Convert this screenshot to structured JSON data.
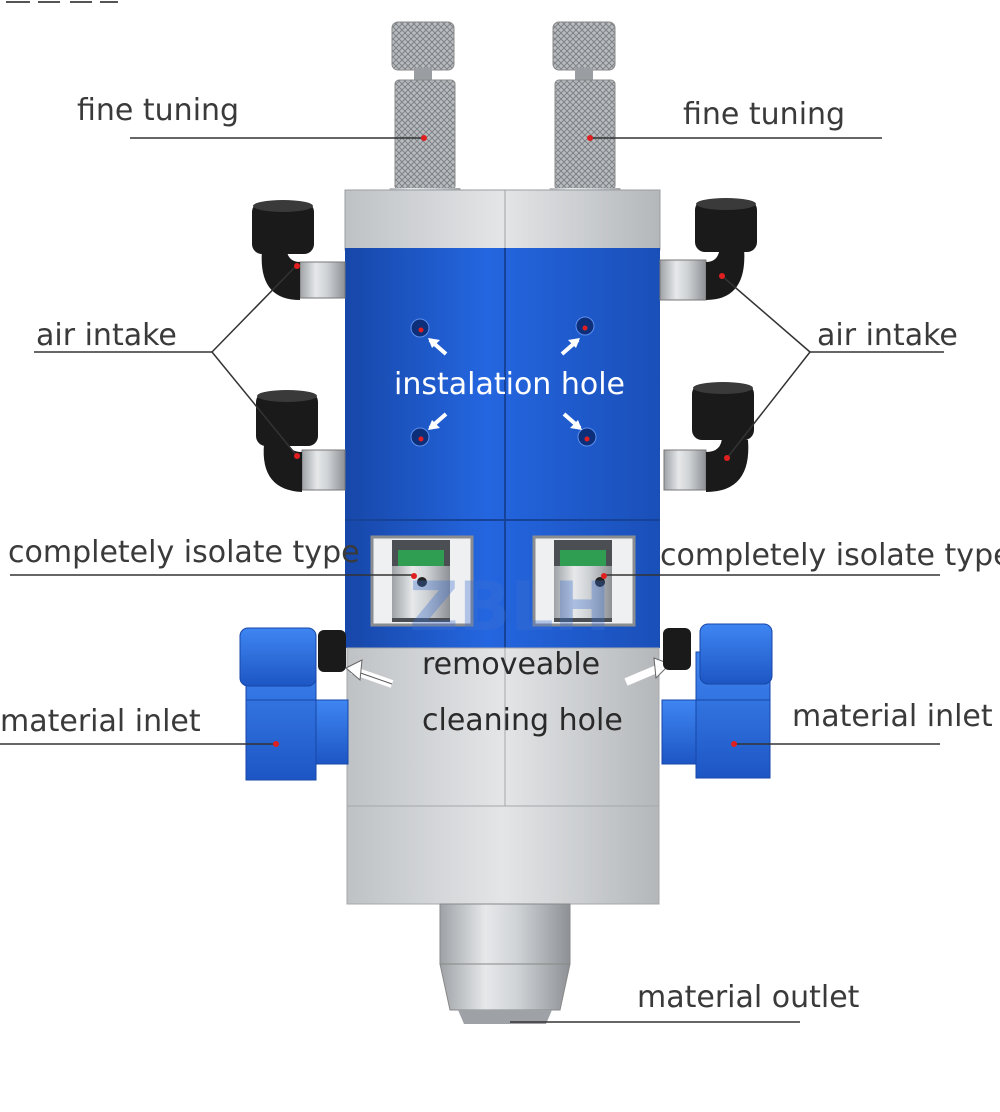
{
  "labels": {
    "fine_tuning_left": "fine tuning",
    "fine_tuning_right": "fine tuning",
    "air_intake_left": "air intake",
    "air_intake_right": "air intake",
    "installation_hole": "instalation hole",
    "isolate_left": "completely isolate type",
    "isolate_right": "completely isolate type",
    "removeable": "removeable",
    "cleaning_hole": "cleaning hole",
    "material_inlet_left": "material inlet",
    "material_inlet_right": "material inlet",
    "material_outlet": "material outlet"
  },
  "watermark": "ZBLH",
  "colors": {
    "body_blue": "#1f5fd6",
    "body_blue_dark": "#1747a8",
    "steel": "#c9cbcd",
    "fitting_blue": "#2a6fe0",
    "fitting_black": "#1a1a1a",
    "label_text": "#3a3a3a",
    "leader_line": "#333333",
    "marker_red": "#e02020"
  }
}
